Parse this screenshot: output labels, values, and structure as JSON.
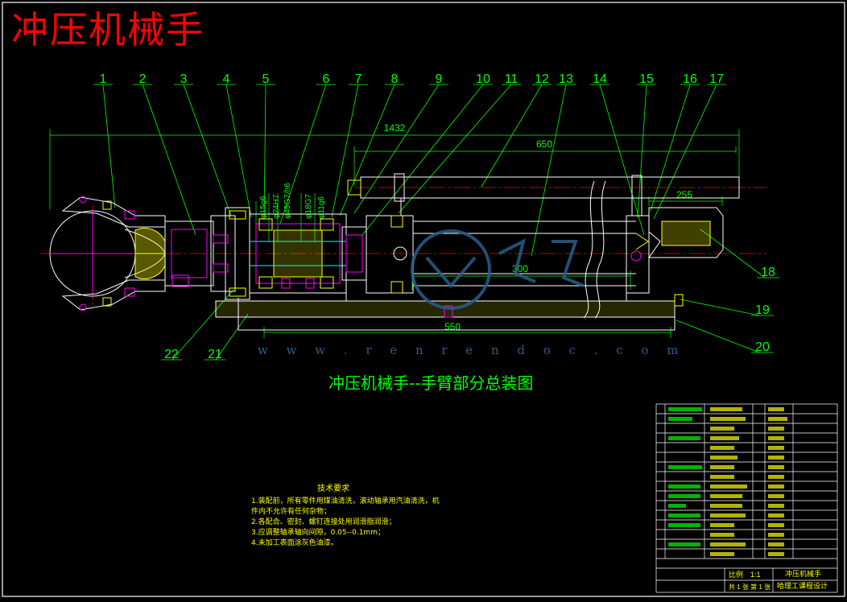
{
  "title": "冲压机械手",
  "subtitle": "冲压机械手--手臂部分总装图",
  "part_numbers": [
    "1",
    "2",
    "3",
    "4",
    "5",
    "6",
    "7",
    "8",
    "9",
    "10",
    "11",
    "12",
    "13",
    "14",
    "15",
    "16",
    "17",
    "18",
    "19",
    "20",
    "21",
    "22"
  ],
  "dimensions": {
    "overall_length": "1432",
    "stroke": "650",
    "guide_length": "300",
    "base_length": "550",
    "end_block": "255"
  },
  "fit_labels": [
    "φ15g6",
    "φ24H7",
    "φ45G7/h6",
    "φ18G7",
    "φ11g6"
  ],
  "watermark": "w w w . r e n r e n d o c . c o m",
  "tech_requirements": {
    "heading": "技术要求",
    "items": [
      "1.装配前，所有零件用煤油清洗，滚动轴承用汽油清洗，机",
      "件内不允许有任何杂物；",
      "2.各配合、密封、螺钉连接处用润滑脂润滑；",
      "3.应调整轴承轴向间隙，0.05--0.1mm；",
      "4.未加工表面涂灰色油漆。"
    ]
  },
  "title_block": {
    "scale_label": "比例",
    "scale": "1:1",
    "name": "冲压机械手",
    "school": "哈理工课程设计",
    "sheet": "共 1 张 第 1 张"
  },
  "colors": {
    "background": "#000000",
    "title": "#ff0000",
    "green": "#00ff00",
    "yellow": "#ffff00",
    "white": "#ffffff",
    "magenta": "#ff00ff",
    "cyan": "#00ffff"
  }
}
